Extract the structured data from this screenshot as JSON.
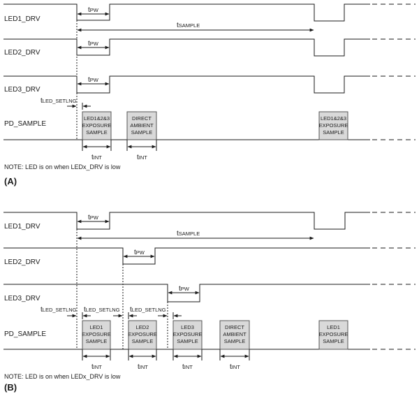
{
  "colors": {
    "line": "#1a1a1a",
    "box_fill": "#d9d9d9",
    "box_stroke": "#555555",
    "background": "#ffffff"
  },
  "panel_a": {
    "label": "(A)",
    "note": "NOTE: LED is on when LEDx_DRV is low",
    "signals": [
      "LED1_DRV",
      "LED2_DRV",
      "LED3_DRV",
      "PD_SAMPLE"
    ],
    "boxes": [
      [
        "LED1&2&3",
        "EXPOSURE",
        "SAMPLE"
      ],
      [
        "DIRECT",
        "AMBIENT",
        "SAMPLE"
      ],
      [
        "LED1&2&3",
        "EXPOSURE",
        "SAMPLE"
      ]
    ],
    "timing": {
      "pw": "PW",
      "sample": "SAMPLE",
      "led_setlng": "LED_SETLNG",
      "int": "INT"
    }
  },
  "panel_b": {
    "label": "(B)",
    "note": "NOTE: LED is on when LEDx_DRV is low",
    "signals": [
      "LED1_DRV",
      "LED2_DRV",
      "LED3_DRV",
      "PD_SAMPLE"
    ],
    "boxes": [
      [
        "LED1",
        "EXPOSURE",
        "SAMPLE"
      ],
      [
        "LED2",
        "EXPOSURE",
        "SAMPLE"
      ],
      [
        "LED3",
        "EXPOSURE",
        "SAMPLE"
      ],
      [
        "DIRECT",
        "AMBIENT",
        "SAMPLE"
      ],
      [
        "LED1",
        "EXPOSURE",
        "SAMPLE"
      ]
    ],
    "timing": {
      "pw": "PW",
      "sample": "SAMPLE",
      "led_setlng": "LED_SETLNG",
      "int": "INT"
    }
  },
  "t_symbol": "t"
}
